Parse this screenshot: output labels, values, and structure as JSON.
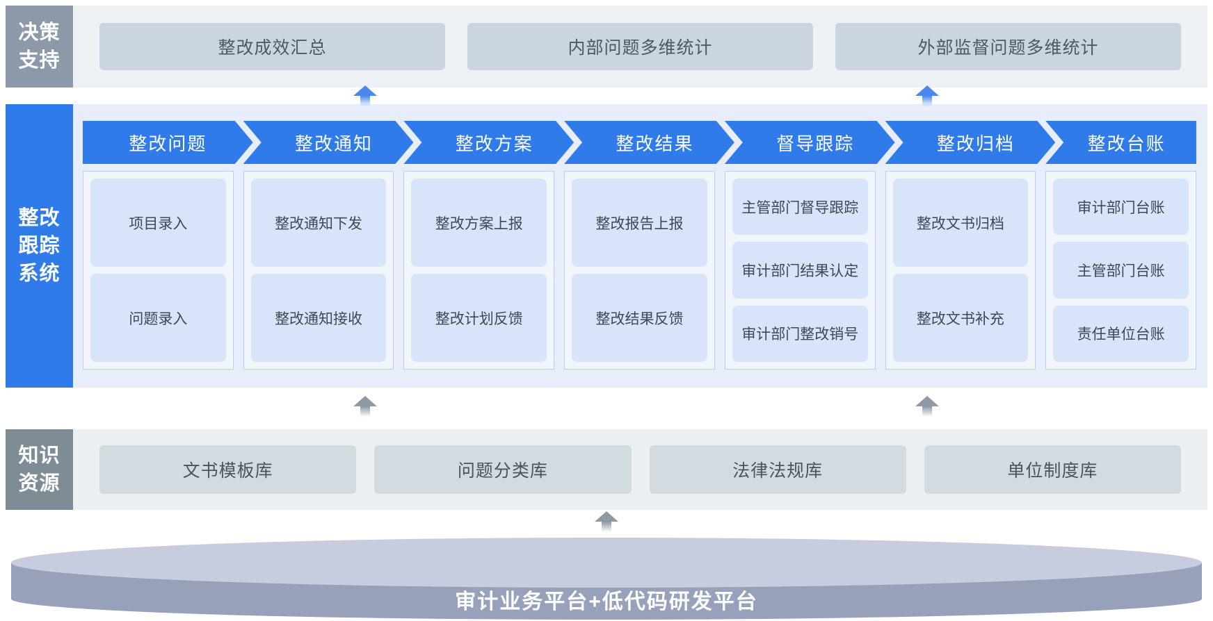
{
  "decision_support": {
    "label": "决策支持",
    "items": [
      "整改成效汇总",
      "内部问题多维统计",
      "外部监督问题多维统计"
    ]
  },
  "tracking_system": {
    "label": "整改跟踪系统",
    "columns": [
      {
        "header": "整改问题",
        "items": [
          "项目录入",
          "问题录入"
        ]
      },
      {
        "header": "整改通知",
        "items": [
          "整改通知下发",
          "整改通知接收"
        ]
      },
      {
        "header": "整改方案",
        "items": [
          "整改方案上报",
          "整改计划反馈"
        ]
      },
      {
        "header": "整改结果",
        "items": [
          "整改报告上报",
          "整改结果反馈"
        ]
      },
      {
        "header": "督导跟踪",
        "items": [
          "主管部门督导跟踪",
          "审计部门结果认定",
          "审计部门整改销号"
        ]
      },
      {
        "header": "整改归档",
        "items": [
          "整改文书归档",
          "整改文书补充"
        ]
      },
      {
        "header": "整改台账",
        "items": [
          "审计部门台账",
          "主管部门台账",
          "责任单位台账"
        ]
      }
    ]
  },
  "knowledge_resources": {
    "label": "知识资源",
    "items": [
      "文书模板库",
      "问题分类库",
      "法律法规库",
      "单位制度库"
    ]
  },
  "platform": {
    "label": "审计业务平台+低代码研发平台"
  },
  "icons": {
    "up_arrow_blue": "up-arrow",
    "up_arrow_gray": "up-arrow"
  },
  "colors": {
    "primary_blue": "#2E7BE9",
    "mid_band_bg": "#E7EDFB",
    "column_bg": "#F1F6FD",
    "column_border": "#B9CEF0",
    "item_blue_bg": "#D7E4FA",
    "decision_label_bg": "#8C99A9",
    "decision_band_bg": "#EDF0F5",
    "decision_item_bg": "#CBD4E1",
    "knowledge_label_bg": "#7D8C95",
    "knowledge_band_bg": "#EDF0F3",
    "knowledge_item_bg": "#D2DBDF",
    "cylinder_top": "#C7CDDE",
    "cylinder_body": "#97A1B9",
    "arrow_blue": "#4C87EF",
    "arrow_gray": "#8E99A5"
  }
}
